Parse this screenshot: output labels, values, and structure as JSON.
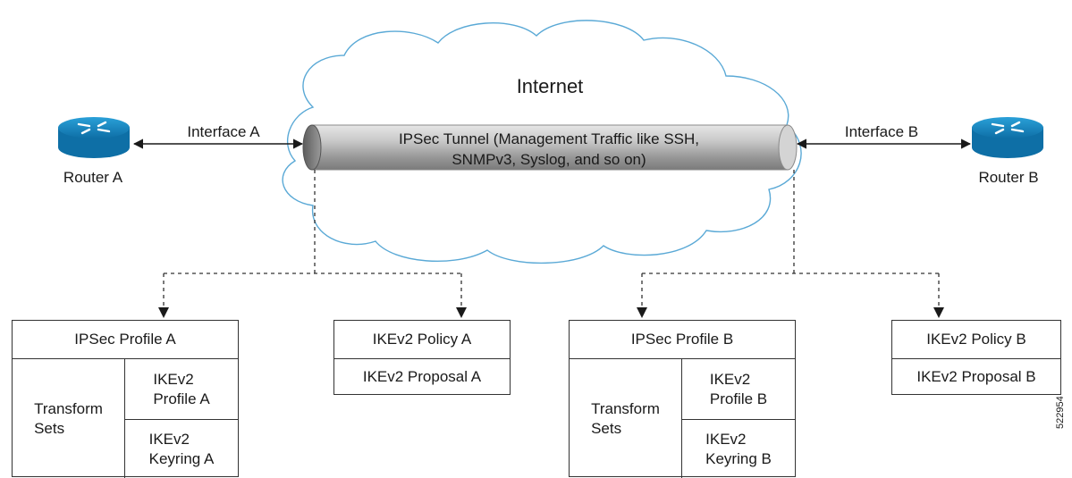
{
  "cloud": {
    "label": "Internet"
  },
  "tunnel": {
    "line1": "IPSec Tunnel (Management Traffic like SSH,",
    "line2": "SNMPv3, Syslog, and so on)"
  },
  "router_a": {
    "label": "Router A",
    "interface": "Interface A"
  },
  "router_b": {
    "label": "Router B",
    "interface": "Interface B"
  },
  "ipsec_profile_a": {
    "title": "IPSec Profile A",
    "transform_sets": "Transform\nSets",
    "ikev2_profile": "IKEv2\nProfile A",
    "ikev2_keyring": "IKEv2\nKeyring A"
  },
  "ikev2_policy_a": {
    "title": "IKEv2 Policy A",
    "proposal": "IKEv2 Proposal A"
  },
  "ipsec_profile_b": {
    "title": "IPSec Profile B",
    "transform_sets": "Transform\nSets",
    "ikev2_profile": "IKEv2\nProfile B",
    "ikev2_keyring": "IKEv2\nKeyring B"
  },
  "ikev2_policy_b": {
    "title": "IKEv2 Policy B",
    "proposal": "IKEv2 Proposal B"
  },
  "figure_id": "522954",
  "colors": {
    "cloud_stroke": "#5aa9d6",
    "router_body": "#1e8fc9",
    "tunnel_mid": "#b5b5b5"
  }
}
